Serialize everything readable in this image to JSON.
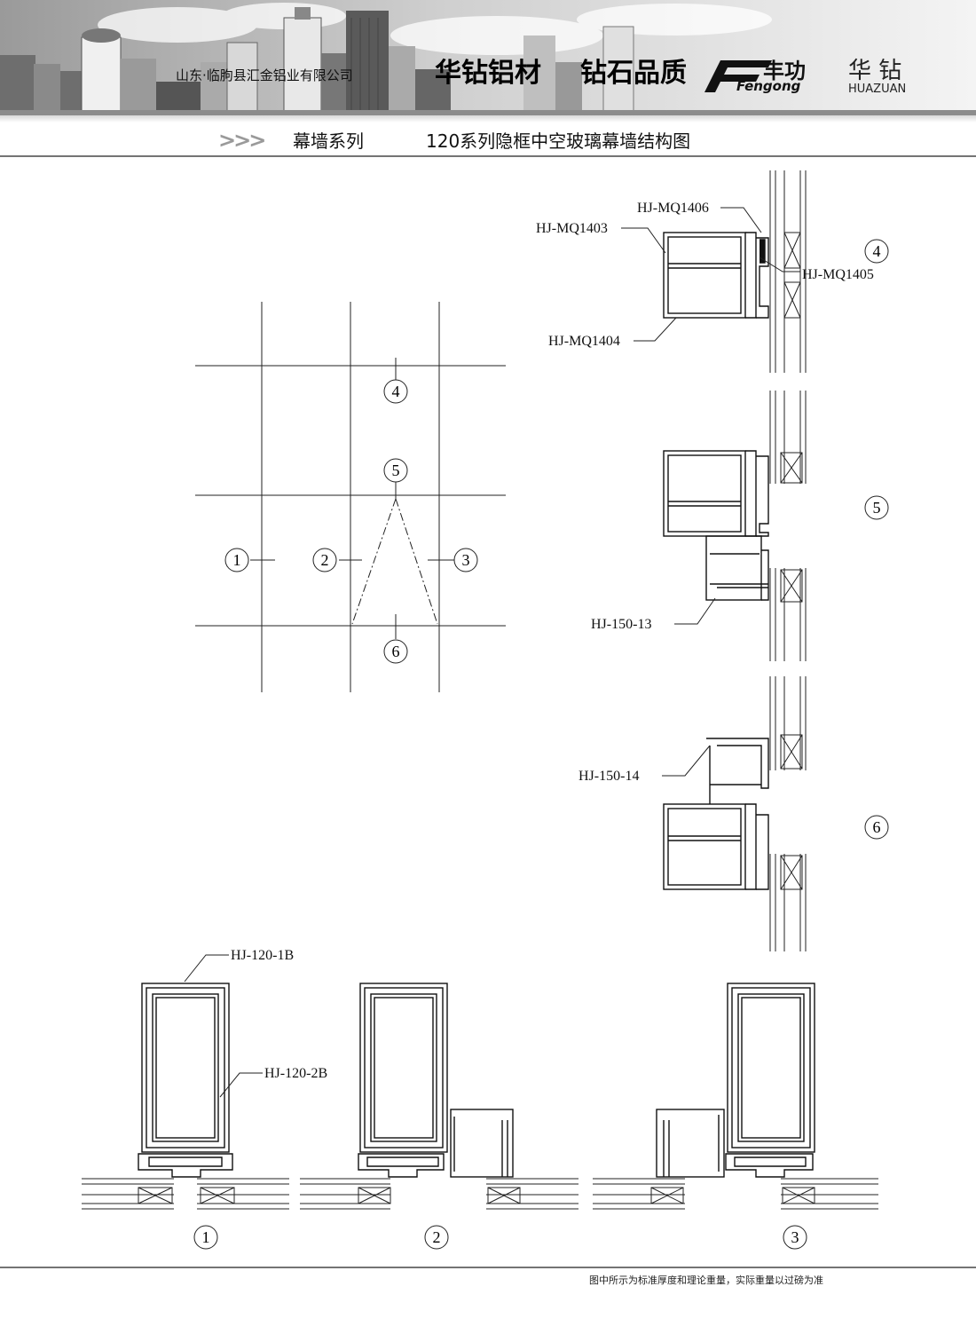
{
  "header": {
    "company": "山东·临朐县汇金铝业有限公司",
    "brand": "华钻铝材",
    "slogan": "钻石品质",
    "logo_pinyin": "Fengong",
    "logo_cn": "丰功",
    "logo_brand_cn": "华 钻",
    "logo_brand_en": "HUAZUAN"
  },
  "title_bar": {
    "arrows": ">>>",
    "series": "幕墙系列",
    "title": "120系列隐框中空玻璃幕墙结构图"
  },
  "key_plan": {
    "markers": [
      "1",
      "2",
      "3",
      "4",
      "5",
      "6"
    ]
  },
  "section_labels": {
    "s4": "4",
    "s5": "5",
    "s6": "6",
    "s1": "1",
    "s2": "2",
    "s3": "3"
  },
  "parts": {
    "mq1406": "HJ-MQ1406",
    "mq1403": "HJ-MQ1403",
    "mq1405": "HJ-MQ1405",
    "mq1404": "HJ-MQ1404",
    "p150_13": "HJ-150-13",
    "p150_14": "HJ-150-14",
    "p120_1b": "HJ-120-1B",
    "p120_2b": "HJ-120-2B"
  },
  "footer": {
    "note": "图中所示为标准厚度和理论重量，实际重量以过磅为准"
  }
}
